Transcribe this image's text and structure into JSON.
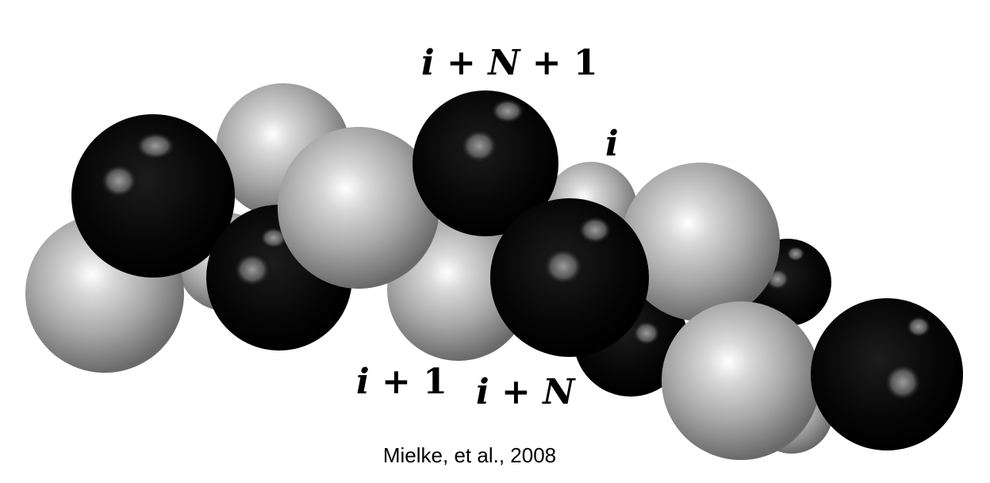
{
  "labels": {
    "top": {
      "var1": "i",
      "op1": " + ",
      "var2": "N",
      "op2": " + ",
      "num": "1"
    },
    "i": {
      "var1": "i"
    },
    "i_plus_1": {
      "var1": "i",
      "op1": " + ",
      "num": "1"
    },
    "i_plus_N": {
      "var1": "i",
      "op1": " + ",
      "var2": "N"
    }
  },
  "caption": "Mielke, et al., 2008",
  "colors": {
    "dark_sphere": "#000000",
    "light_sphere": "#a6a6a6",
    "background": "#ffffff"
  }
}
